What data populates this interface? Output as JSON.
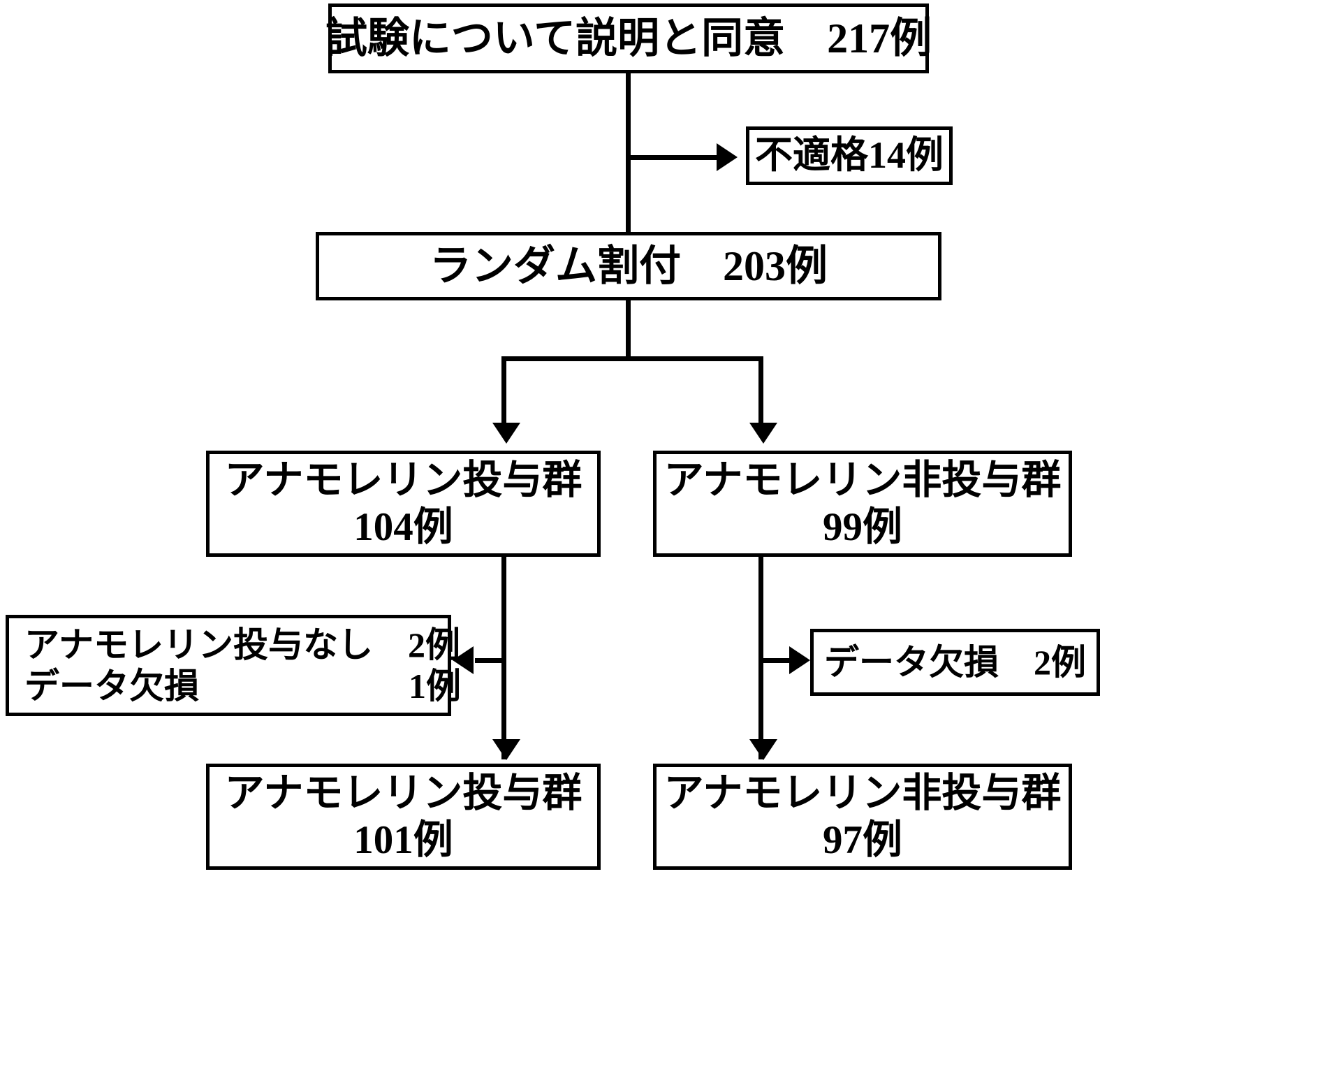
{
  "diagram": {
    "type": "consort-flowchart",
    "language": "ja",
    "nodes": {
      "consent": {
        "label": "試験について説明と同意",
        "count": "217例",
        "text": "試験について説明と同意　217例"
      },
      "ineligible": {
        "text": "不適格14例"
      },
      "randomization": {
        "label": "ランダム割付",
        "count": "203例",
        "text": "ランダム割付　203例"
      },
      "treatment_group": {
        "line1": "アナモレリン投与群",
        "line2": "104例"
      },
      "control_group": {
        "line1": "アナモレリン非投与群",
        "line2": "99例"
      },
      "treatment_exclusions": {
        "line1": "アナモレリン投与なし　2例",
        "line2": "データ欠損　　　　　　1例"
      },
      "control_exclusions": {
        "line1": "データ欠損　2例"
      },
      "treatment_analyzed": {
        "line1": "アナモレリン投与群",
        "line2": "101例"
      },
      "control_analyzed": {
        "line1": "アナモレリン非投与群",
        "line2": "97例"
      }
    },
    "colors": {
      "stroke": "#000000",
      "fill": "#ffffff",
      "text": "#000000"
    }
  }
}
